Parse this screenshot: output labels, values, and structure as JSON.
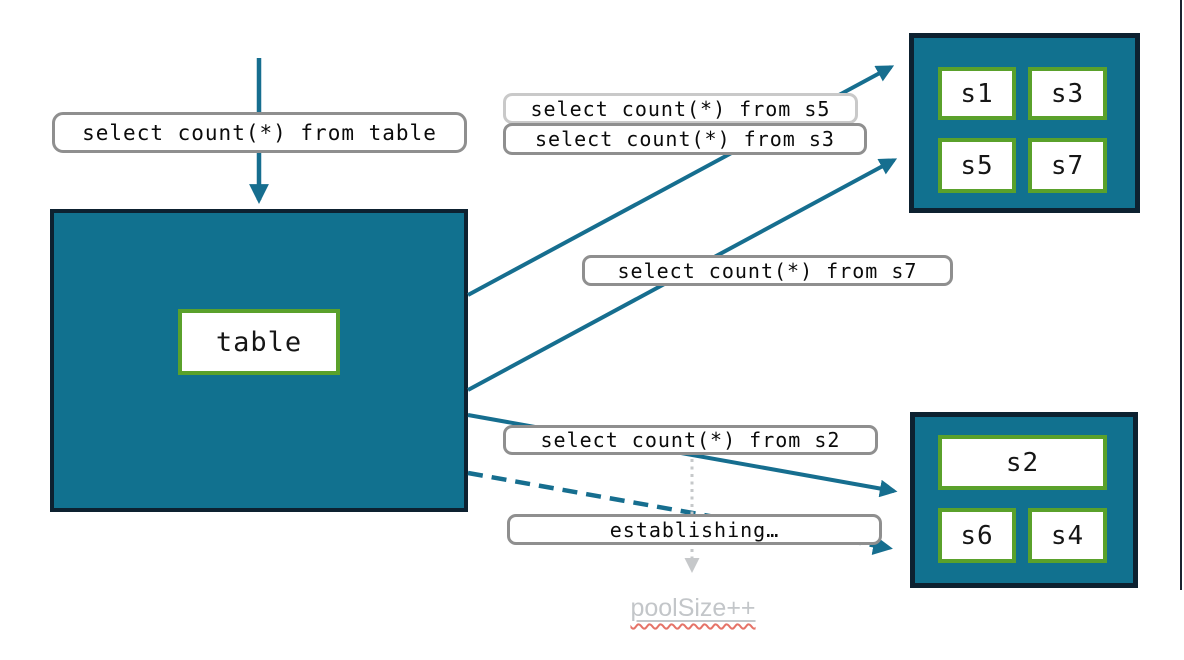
{
  "diagram": {
    "table_box": {
      "label": "table"
    },
    "queries": {
      "table": "select count(*) from table",
      "s5": "select count(*) from s5",
      "s3": "select count(*) from s3",
      "s7": "select count(*) from s7",
      "s2": "select count(*) from s2",
      "establishing": "establishing…"
    },
    "pool_note": "poolSize++",
    "shard_group_top": {
      "cells": [
        {
          "label": "s1"
        },
        {
          "label": "s3"
        },
        {
          "label": "s5"
        },
        {
          "label": "s7"
        }
      ]
    },
    "shard_group_bottom": {
      "wide_cell": {
        "label": "s2"
      },
      "cells": [
        {
          "label": "s6"
        },
        {
          "label": "s4"
        }
      ]
    },
    "colors": {
      "teal_fill": "#11718f",
      "dark_border": "#0d2130",
      "green_border": "#5aa12b",
      "arrow_teal": "#166e8f",
      "pill_border_gray": "#8f8f8f",
      "pill_border_light": "#c9c9c9",
      "note_gray": "#c3c6c9",
      "squiggle_red": "#e57368",
      "dotted_arrow_gray": "#c6c8ca"
    }
  }
}
